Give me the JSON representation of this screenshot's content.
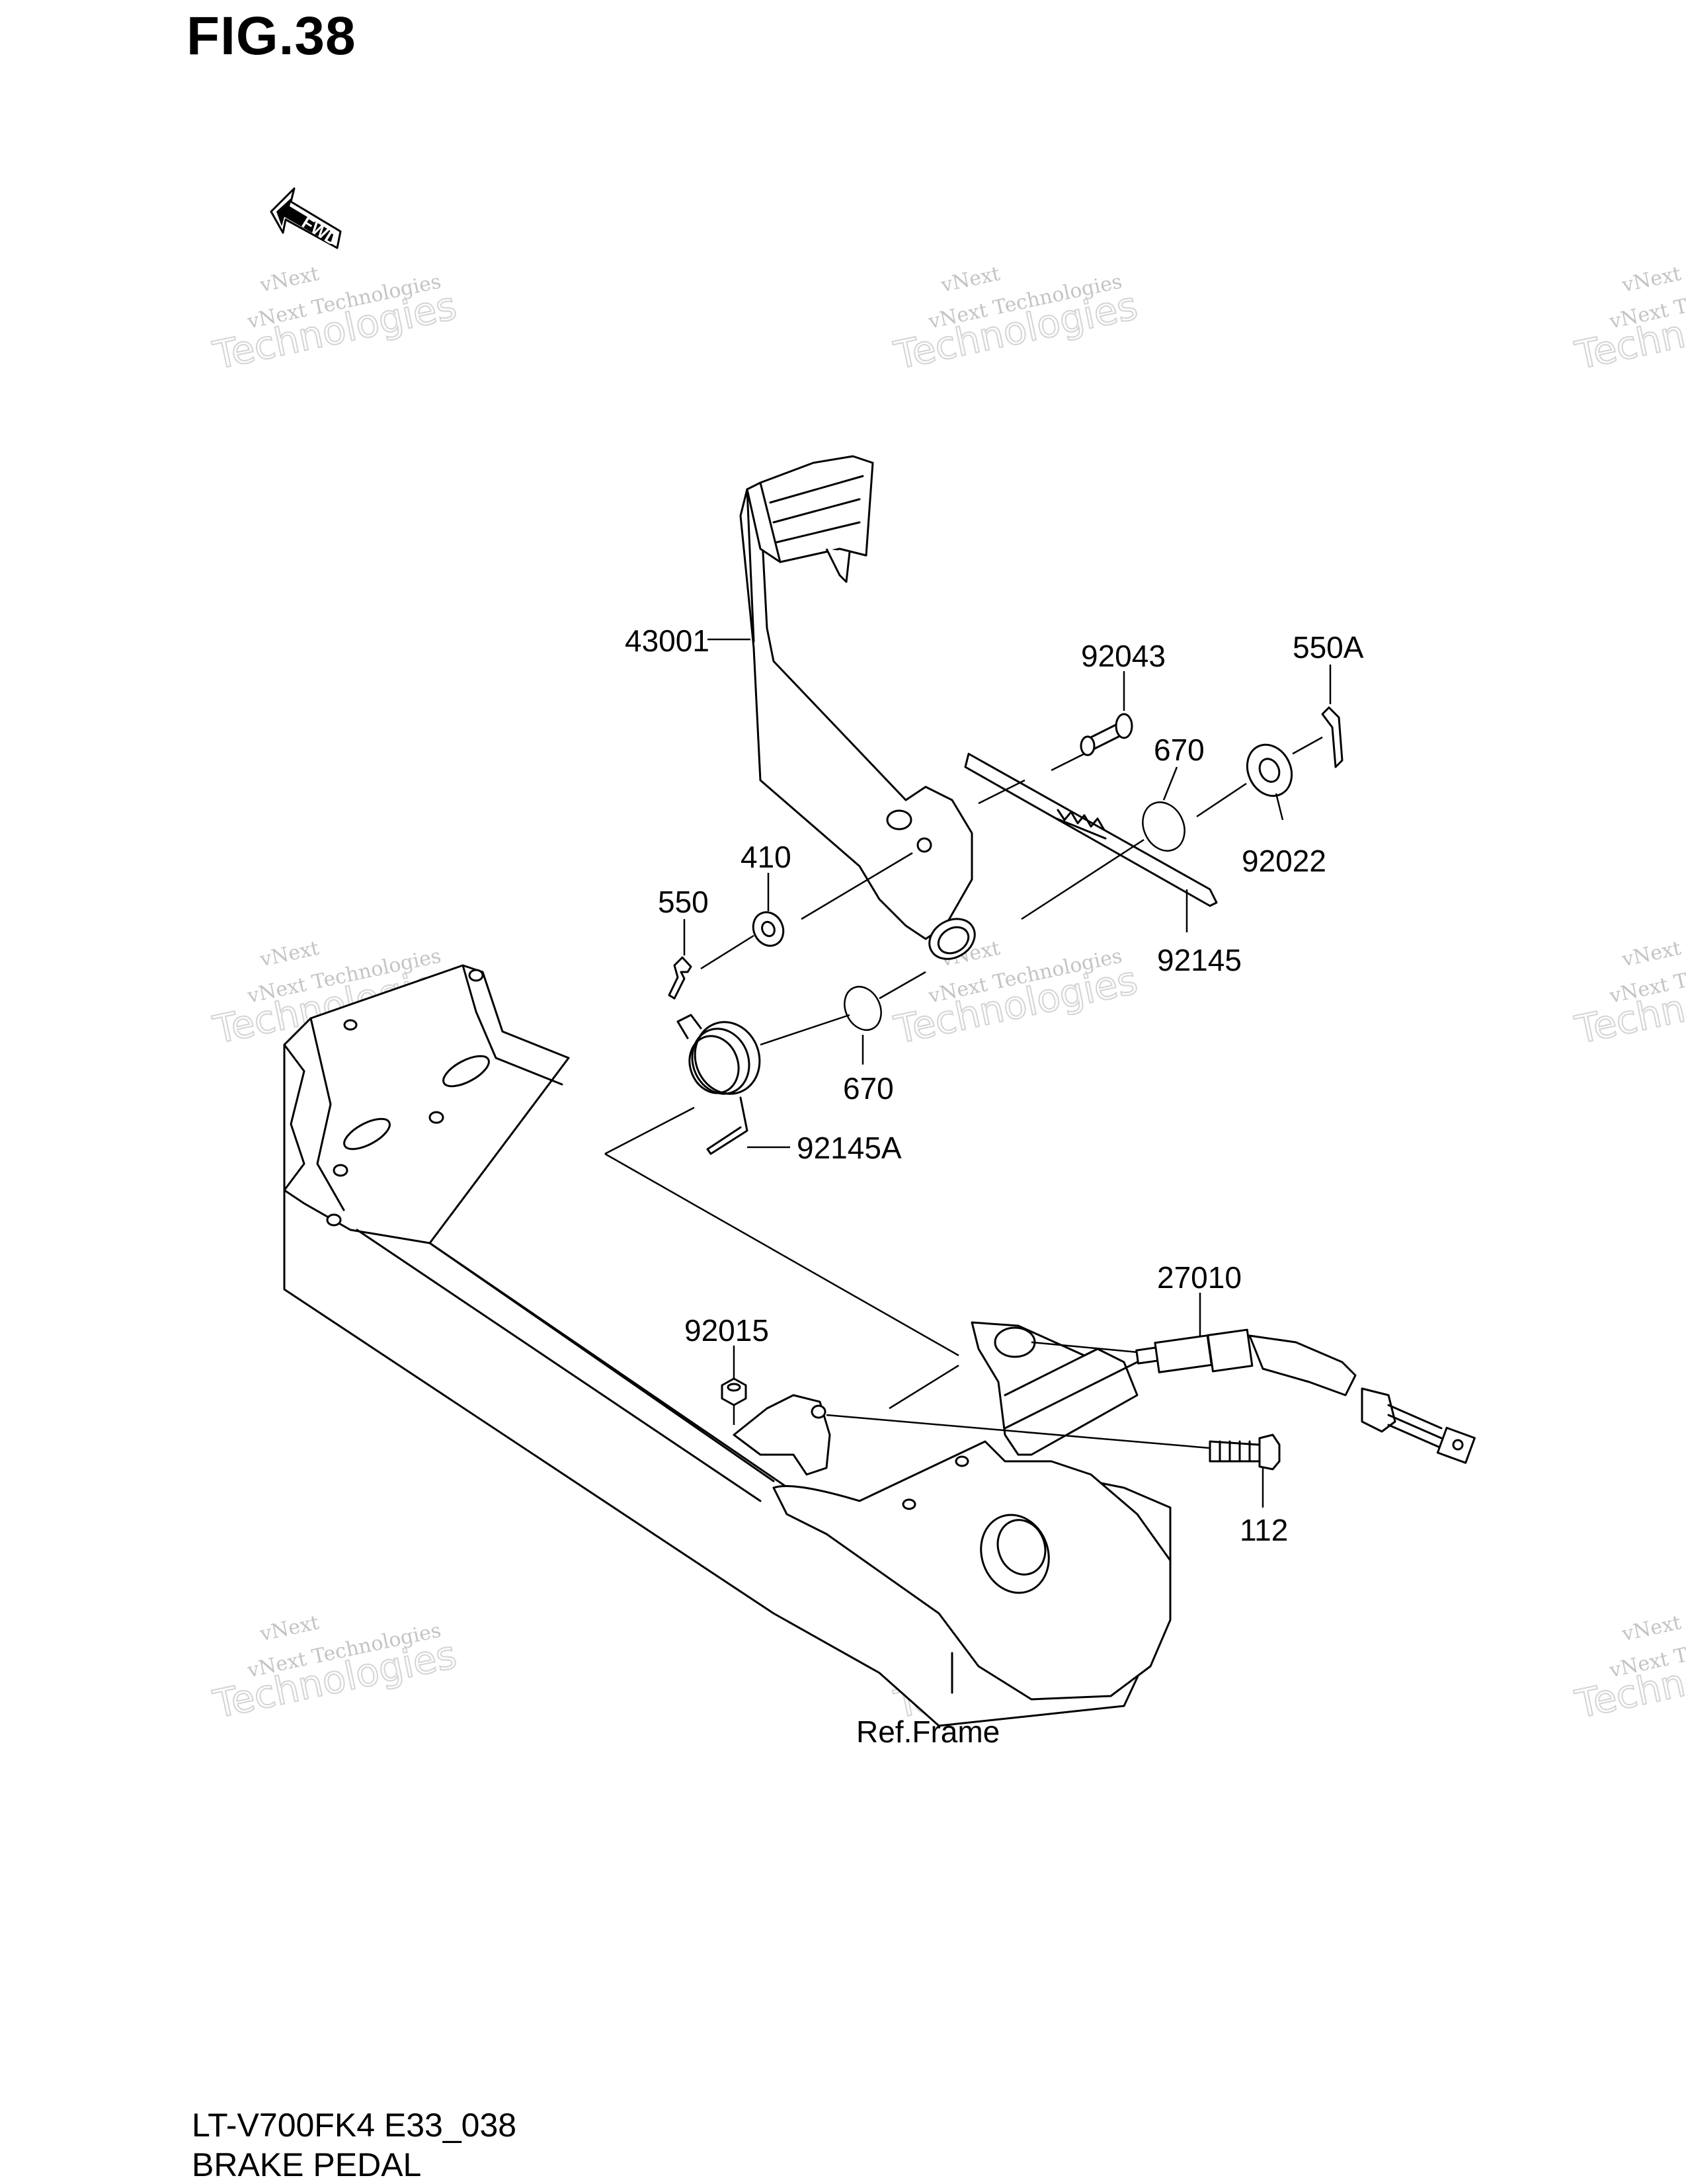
{
  "figure": {
    "title": "FIG.38",
    "model_code": "LT-V700FK4 E33_038",
    "section_name": "BRAKE PEDAL"
  },
  "direction_arrow": {
    "label": "FWD",
    "icon": "fwd-arrow-icon"
  },
  "parts": [
    {
      "id": "43001",
      "label": "43001"
    },
    {
      "id": "92043",
      "label": "92043"
    },
    {
      "id": "550A",
      "label": "550A"
    },
    {
      "id": "670-upper",
      "label": "670"
    },
    {
      "id": "92022",
      "label": "92022"
    },
    {
      "id": "410",
      "label": "410"
    },
    {
      "id": "550",
      "label": "550"
    },
    {
      "id": "92145",
      "label": "92145"
    },
    {
      "id": "670-lower",
      "label": "670"
    },
    {
      "id": "92145A",
      "label": "92145A"
    },
    {
      "id": "27010",
      "label": "27010"
    },
    {
      "id": "92015",
      "label": "92015"
    },
    {
      "id": "112",
      "label": "112"
    },
    {
      "id": "ref-frame",
      "label": "Ref.Frame"
    }
  ],
  "watermark": {
    "line1": "vNext",
    "line2": "vNext Technologies",
    "line3": "Technologies"
  }
}
